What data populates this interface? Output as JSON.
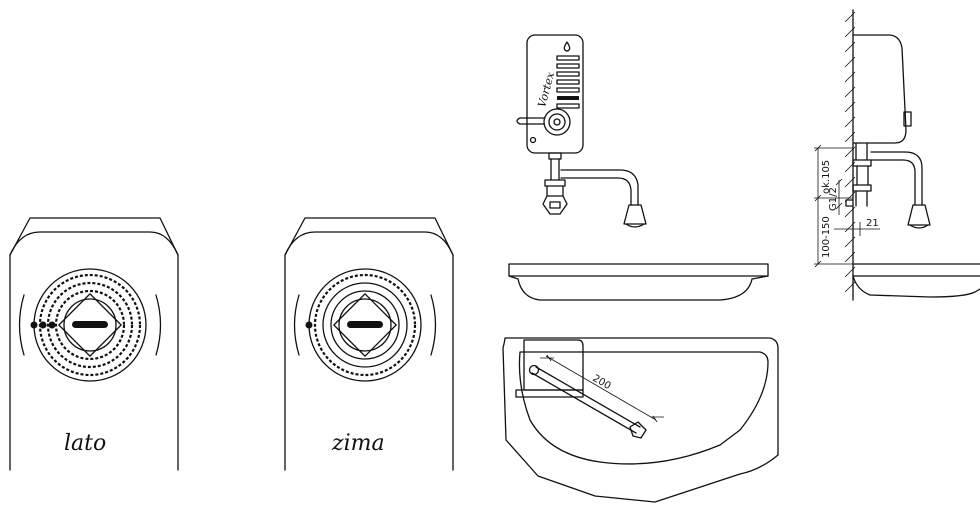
{
  "labels": {
    "summer": "lato",
    "winter": "zima"
  },
  "brand": "Vortex",
  "dimensions": {
    "reach": "200",
    "height_above": "ok.105",
    "thread": "G1/2",
    "offset": "21",
    "height_below": "100-150"
  }
}
